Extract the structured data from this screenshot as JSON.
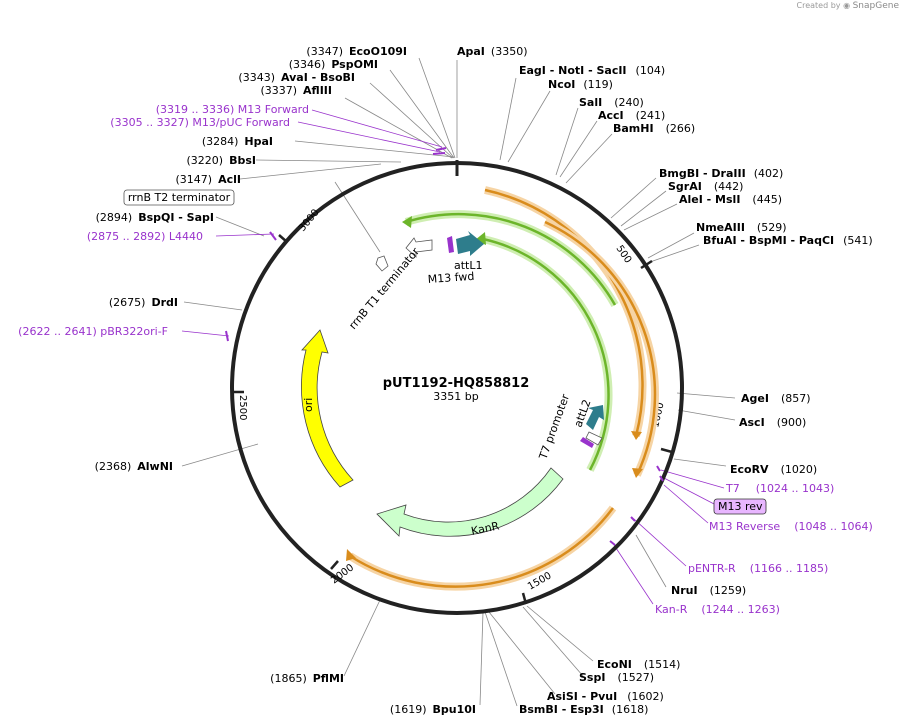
{
  "credit": {
    "prefix": "Created by",
    "brand": "SnapGene"
  },
  "plasmid": {
    "name": "pUT1192-HQ858812",
    "length_label": "3351 bp",
    "length": 3351
  },
  "ticks": [
    "500",
    "1000",
    "1500",
    "2000",
    "2500",
    "3000"
  ],
  "sites": [
    {
      "id": "apai",
      "pos": "(3350)",
      "name": "ApaI"
    },
    {
      "id": "eagi",
      "pos": "(104)",
      "name": "EagI  - NotI  - SacII"
    },
    {
      "id": "ncoi",
      "pos": "(119)",
      "name": "NcoI"
    },
    {
      "id": "sali",
      "pos": "(240)",
      "name": "SalI"
    },
    {
      "id": "acci",
      "pos": "(241)",
      "name": "AccI"
    },
    {
      "id": "bamhi",
      "pos": "(266)",
      "name": "BamHI"
    },
    {
      "id": "bmgbi",
      "pos": "(402)",
      "name": "BmgBI  - DraIII"
    },
    {
      "id": "sgrai",
      "pos": "(442)",
      "name": "SgrAI"
    },
    {
      "id": "alei",
      "pos": "(445)",
      "name": "AleI  - MslI"
    },
    {
      "id": "nmeaiii",
      "pos": "(529)",
      "name": "NmeAIII"
    },
    {
      "id": "bfuai",
      "pos": "(541)",
      "name": "BfuAI  - BspMI  - PaqCI"
    },
    {
      "id": "agei",
      "pos": "(857)",
      "name": "AgeI"
    },
    {
      "id": "asci",
      "pos": "(900)",
      "name": "AscI"
    },
    {
      "id": "ecorv",
      "pos": "(1020)",
      "name": "EcoRV"
    },
    {
      "id": "nrui",
      "pos": "(1259)",
      "name": "NruI"
    },
    {
      "id": "econi",
      "pos": "(1514)",
      "name": "EcoNI"
    },
    {
      "id": "sspi",
      "pos": "(1527)",
      "name": "SspI"
    },
    {
      "id": "asisi",
      "pos": "(1602)",
      "name": "AsiSI  - PvuI"
    },
    {
      "id": "bsmbi",
      "pos": "(1618)",
      "name": "BsmBI  - Esp3I"
    },
    {
      "id": "bpu10i",
      "pos": "(1619)",
      "name": "Bpu10I"
    },
    {
      "id": "pfimi",
      "pos": "(1865)",
      "name": "PflMI"
    },
    {
      "id": "alwni",
      "pos": "(2368)",
      "name": "AlwNI"
    },
    {
      "id": "drdi",
      "pos": "(2675)",
      "name": "DrdI"
    },
    {
      "id": "bspqi",
      "pos": "(2894)",
      "name": "BspQI  - SapI"
    },
    {
      "id": "acli",
      "pos": "(3147)",
      "name": "AclI"
    },
    {
      "id": "bbsi",
      "pos": "(3220)",
      "name": "BbsI"
    },
    {
      "id": "hpai",
      "pos": "(3284)",
      "name": "HpaI"
    },
    {
      "id": "afliii",
      "pos": "(3337)",
      "name": "AflIII"
    },
    {
      "id": "avai",
      "pos": "(3343)",
      "name": "AvaI  - BsoBI"
    },
    {
      "id": "pspomi",
      "pos": "(3346)",
      "name": "PspOMI"
    },
    {
      "id": "ecoo109i",
      "pos": "(3347)",
      "name": "EcoO109I"
    }
  ],
  "primers": [
    {
      "id": "m13fwd",
      "text": "(3319 .. 3336)  M13 Forward"
    },
    {
      "id": "m13puc",
      "text": "(3305 .. 3327)  M13/pUC Forward"
    },
    {
      "id": "l4440",
      "text": "(2875 .. 2892)  L4440"
    },
    {
      "id": "pbr322",
      "text": "(2622 .. 2641)  pBR322ori-F"
    },
    {
      "id": "t7",
      "name": "T7",
      "range": "(1024 .. 1043)"
    },
    {
      "id": "m13rev",
      "name": "M13 rev"
    },
    {
      "id": "m13reverse",
      "name": "M13 Reverse",
      "range": "(1048 .. 1064)"
    },
    {
      "id": "pentr",
      "name": "pENTR-R",
      "range": "(1166 .. 1185)"
    },
    {
      "id": "kanr_primer",
      "name": "Kan-R",
      "range": "(1244 .. 1263)"
    }
  ],
  "features": {
    "rrnb_t2": "rrnB T2 terminator",
    "rrnb_t1": "rrnB T1 terminator",
    "attl1": "attL1",
    "m13fwd": "M13 fwd",
    "t7promoter": "T7 promoter",
    "attl2": "attL2",
    "kanr": "KanR",
    "ori": "ori"
  },
  "colors": {
    "backbone": "#222222",
    "orange_feature": "#d98c1c",
    "orange_glow": "#f6d4a4",
    "green_feature": "#6cb52a",
    "green_glow": "#cfeeb2",
    "kanr": "#ccffcc",
    "ori": "#ffff00",
    "att": "#2e7d8c",
    "primer": "#9933cc",
    "m13rev_fill": "#e8b6ff"
  }
}
